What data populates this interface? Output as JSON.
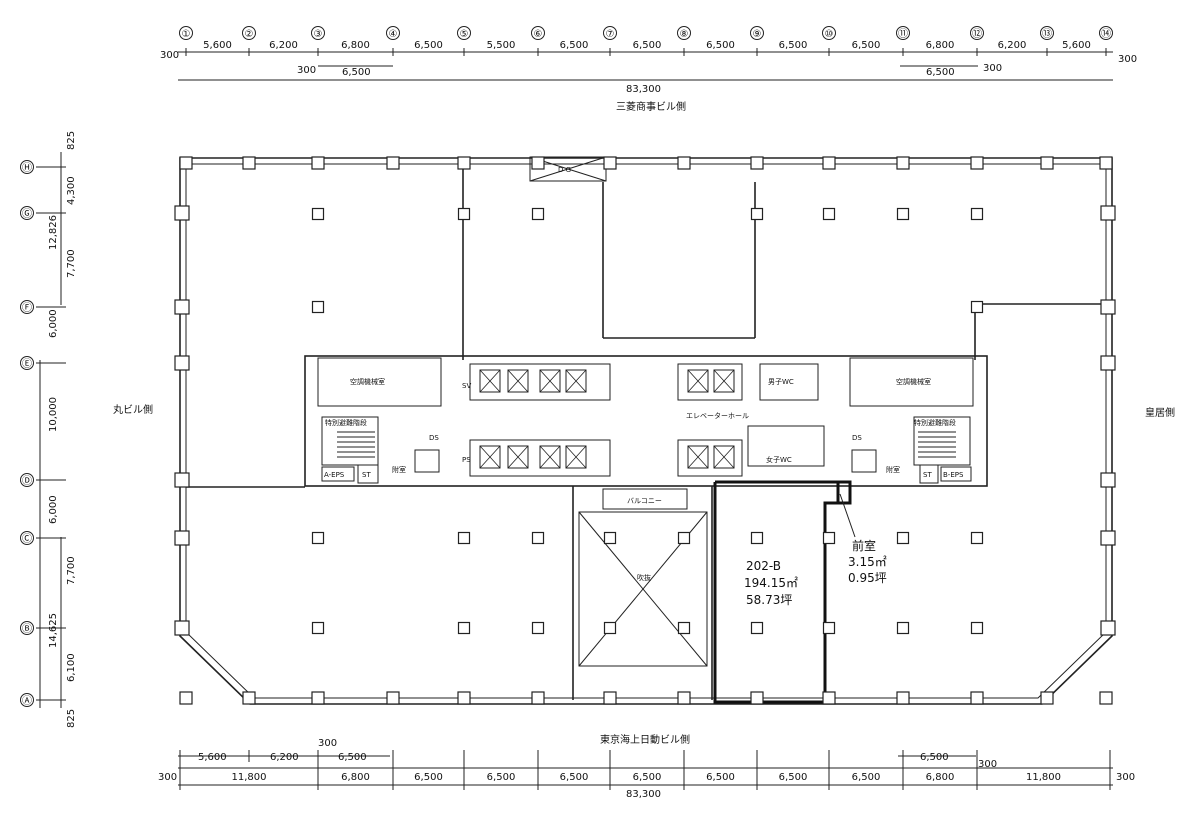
{
  "top_axes": [
    "①",
    "②",
    "③",
    "④",
    "⑤",
    "⑥",
    "⑦",
    "⑧",
    "⑨",
    "⑩",
    "⑪",
    "⑫",
    "⑬",
    "⑭"
  ],
  "left_axes": [
    "Ⓗ",
    "Ⓖ",
    "Ⓕ",
    "Ⓔ",
    "Ⓓ",
    "Ⓒ",
    "Ⓑ",
    "Ⓐ"
  ],
  "top_spans": [
    "5,600",
    "6,200",
    "6,800",
    "6,500",
    "5,500",
    "6,500",
    "6,500",
    "6,500",
    "6,500",
    "6,500",
    "6,800",
    "6,200",
    "5,600"
  ],
  "top_edge_left": "300",
  "top_edge_right": "300",
  "top_sub_left": {
    "offset": "300",
    "span": "6,500"
  },
  "top_sub_right": {
    "offset": "300",
    "span": "6,500"
  },
  "top_total": "83,300",
  "north_side": "三菱商事ビル側",
  "south_side": "東京海上日動ビル側",
  "west_side": "丸ビル側",
  "east_side": "皇居側",
  "left_dims": {
    "top_edge": "825",
    "hg": "4,300",
    "gf": "7,700",
    "group_upper": "12,826",
    "fe": "6,000",
    "ed": "10,000",
    "dc": "6,000",
    "cb": "7,700",
    "ba": "6,100",
    "group_lower": "14,625",
    "bottom_edge": "825"
  },
  "bottom_sub_row": {
    "a": "5,600",
    "b": "6,200",
    "offset": "300",
    "c": "6,500",
    "right": "6,500",
    "right_offset": "300"
  },
  "bottom_spans": [
    "11,800",
    "6,800",
    "6,500",
    "6,500",
    "6,500",
    "6,500",
    "6,500",
    "6,500",
    "6,500",
    "6,800",
    "11,800"
  ],
  "bottom_edge_left": "300",
  "bottom_edge_right": "300",
  "bottom_total": "83,300",
  "rooms": {
    "ac_left": "空調機械室",
    "ac_right": "空調機械室",
    "stair_left": "特別避難階段",
    "stair_right": "特別避難階段",
    "antechamber_left": "附室",
    "antechamber_right": "附室",
    "eps_left": "A-EPS",
    "eps_right": "B-EPS",
    "st": "ST",
    "ds": "DS",
    "ps": "PS",
    "sv": "SV",
    "elevator_hall": "エレベーターホール",
    "men_wc": "男子WC",
    "women_wc": "女子WC",
    "balcony": "バルコニー",
    "void": "吹抜",
    "dg": "D G"
  },
  "unit": {
    "name": "202-B",
    "area_m2": "194.15㎡",
    "area_tsubo": "58.73坪"
  },
  "anteroom": {
    "name": "前室",
    "area_m2": "3.15㎡",
    "area_tsubo": "0.95坪"
  }
}
